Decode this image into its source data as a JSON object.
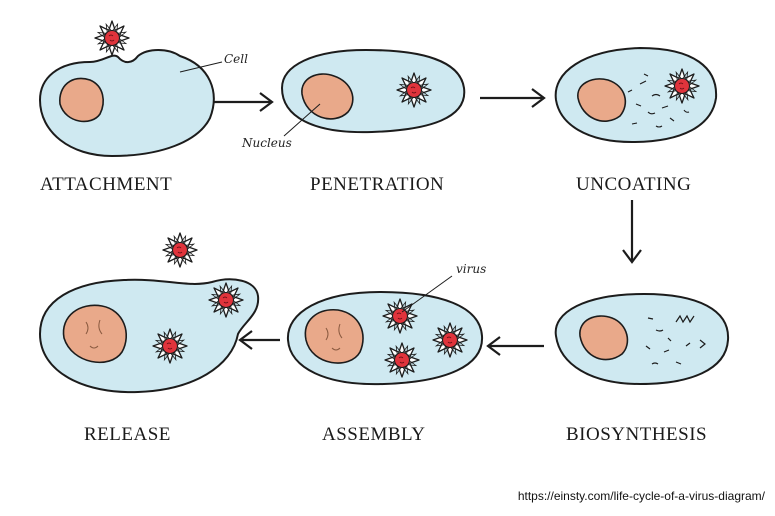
{
  "stages": {
    "attachment": "ATTACHMENT",
    "penetration": "PENETRATION",
    "uncoating": "UNCOATING",
    "biosynthesis": "BIOSYNTHESIS",
    "assembly": "ASSEMBLY",
    "release": "RELEASE"
  },
  "annotations": {
    "cell": "Cell",
    "nucleus": "Nucleus",
    "virus": "virus"
  },
  "source": "https://einsty.com/life-cycle-of-a-virus-diagram/",
  "colors": {
    "cytoplasm": "#cfe9f1",
    "nucleus": "#e9a98a",
    "virus_core": "#e0343c",
    "outline": "#1c1c1c"
  }
}
